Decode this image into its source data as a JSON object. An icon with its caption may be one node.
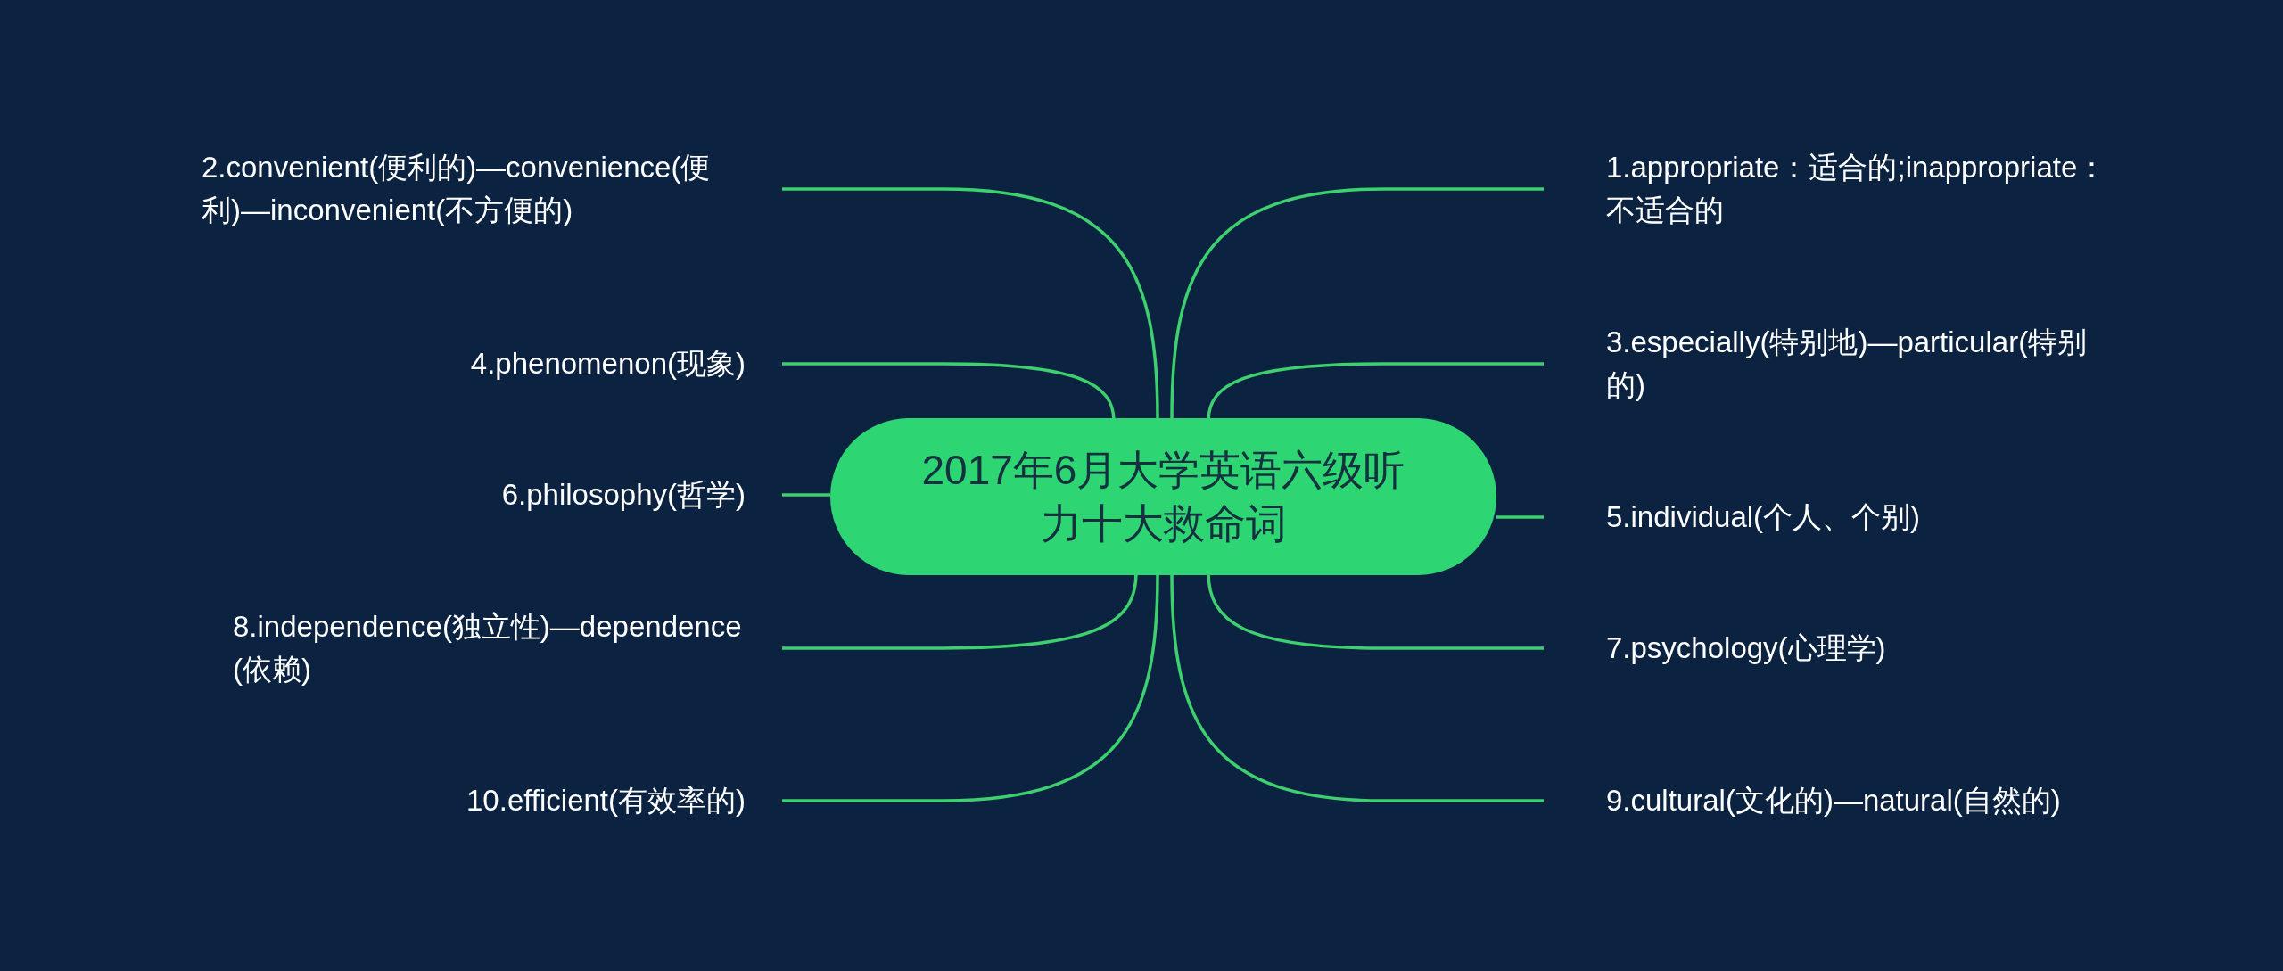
{
  "diagram": {
    "nodes": [
      {
        "text": [
          "2017年6月大学英语六级听力十大救命词"
        ]
      },
      {
        "text": [
          "1.appropriate：适合的;inappropriate：不适合的"
        ]
      },
      {
        "text": [
          "2.convenient(便利的)—convenience(便利)—inconvenient(不方便的)"
        ]
      },
      {
        "text": [
          "3.especially(特别地)—particular(特别的)"
        ]
      },
      {
        "text": [
          "4.phenomenon(现象)"
        ]
      },
      {
        "text": [
          "5.individual(个人、个别)"
        ]
      },
      {
        "text": [
          "6.philosophy(哲学)"
        ]
      },
      {
        "text": [
          "7.psychology(心理学)"
        ]
      },
      {
        "text": [
          "8.independence(独立性)—dependence(依赖)"
        ]
      },
      {
        "text": [
          "9.cultural(文化的)—natural(自然的)"
        ]
      },
      {
        "text": [
          "10.efficient(有效率的)"
        ]
      }
    ],
    "edges": [
      {
        "from": 0,
        "to": 1,
        "arrow": "none"
      },
      {
        "from": 0,
        "to": 2,
        "arrow": "none"
      },
      {
        "from": 0,
        "to": 3,
        "arrow": "none"
      },
      {
        "from": 0,
        "to": 4,
        "arrow": "none"
      },
      {
        "from": 0,
        "to": 5,
        "arrow": "none"
      },
      {
        "from": 0,
        "to": 6,
        "arrow": "none"
      },
      {
        "from": 0,
        "to": 7,
        "arrow": "none"
      },
      {
        "from": 0,
        "to": 8,
        "arrow": "none"
      },
      {
        "from": 0,
        "to": 9,
        "arrow": "none"
      },
      {
        "from": 0,
        "to": 10,
        "arrow": "none"
      }
    ]
  }
}
